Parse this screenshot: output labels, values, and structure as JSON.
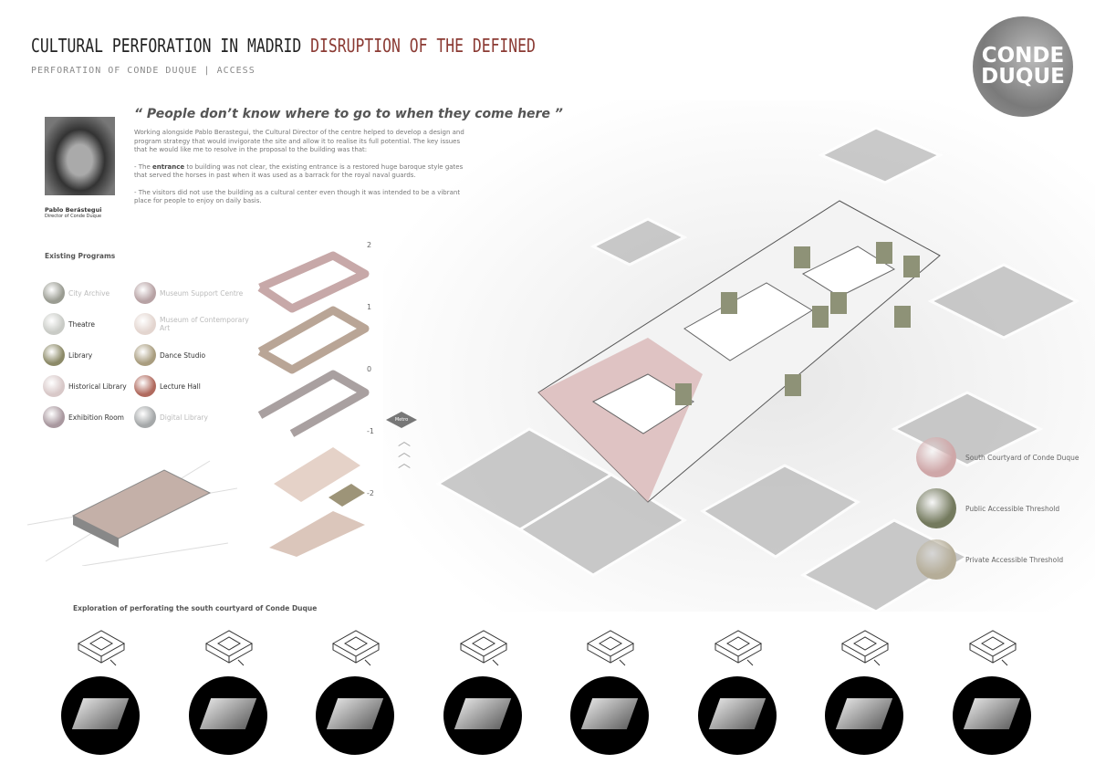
{
  "header": {
    "title_main": "CULTURAL PERFORATION IN MADRID",
    "title_accent": "DISRUPTION OF THE DEFINED",
    "subtitle": "PERFORATION OF CONDE DUQUE | ACCESS"
  },
  "logo": {
    "line1": "CONDE",
    "line2": "DUQUE"
  },
  "profile": {
    "name": "Pablo Berástegui",
    "role": "Director of Conde Duque"
  },
  "quote": "“ People don’t know where to go to when they come here ”",
  "body": {
    "p1": "Working alongside Pablo Berastegui, the Cultural Director of the centre helped to develop a design and program strategy that would invigorate the site and allow it to realise its full potential. The key issues that he would like me to resolve in the proposal to the building was that:",
    "p2_pre": "- The ",
    "p2_bold": "entrance",
    "p2_post": " to building was not clear, the existing entrance is a restored huge baroque style gates that served the horses in past when it was used as a barrack for the royal naval guards.",
    "p3": "- The visitors did not use the building as a cultural center even though it was intended to be a vibrant place for people to enjoy on daily basis."
  },
  "programs": {
    "title": "Existing Programs",
    "items": [
      {
        "label": "City Archive",
        "color": "#9a9c92",
        "dim": true
      },
      {
        "label": "Theatre",
        "color": "#c9cbc6",
        "dim": false
      },
      {
        "label": "Library",
        "color": "#8c8a68",
        "dim": false
      },
      {
        "label": "Historical Library",
        "color": "#d8c8c8",
        "dim": false
      },
      {
        "label": "Exhibition Room",
        "color": "#a9989f",
        "dim": false
      },
      {
        "label": "Museum Support Centre",
        "color": "#b7a2a4",
        "dim": true
      },
      {
        "label": "Museum of Contemporary Art",
        "color": "#e3d5cf",
        "dim": true
      },
      {
        "label": "Dance Studio",
        "color": "#a99d7f",
        "dim": false
      },
      {
        "label": "Lecture Hall",
        "color": "#b06a5e",
        "dim": false
      },
      {
        "label": "Digital Library",
        "color": "#a5a8a9",
        "dim": true
      }
    ]
  },
  "levels": [
    "2",
    "1",
    "0",
    "-1",
    "-2"
  ],
  "metro": "Metro",
  "map_legend": [
    {
      "label": "South Courtyard of Conde Duque",
      "color": "#cfa7a8"
    },
    {
      "label": "Public Accessible Threshold",
      "color": "#747a5e"
    },
    {
      "label": "Private Accessible Threshold",
      "color": "#b5ad98"
    }
  ],
  "exploration": {
    "title": "Exploration of perforating the south courtyard of Conde Duque",
    "count": 8
  }
}
